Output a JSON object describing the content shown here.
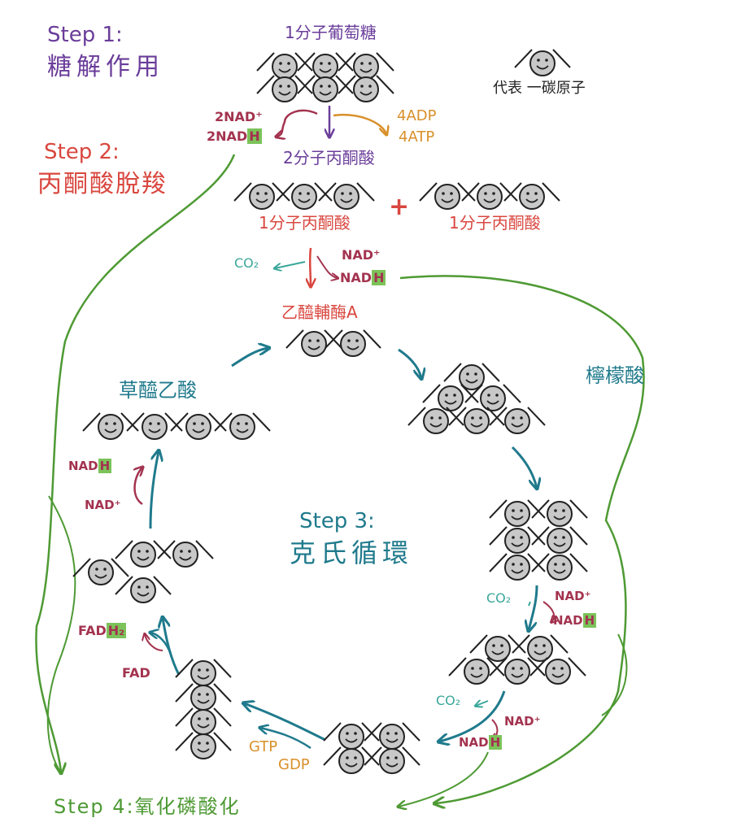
{
  "colors": {
    "step1": "#6a3d9a",
    "step2": "#d9473f",
    "maroon": "#a3334f",
    "orange": "#d8902a",
    "teal": "#1f7a8c",
    "co2": "#3aa79a",
    "green": "#4e9a34",
    "highlight": "#7cc35a",
    "molecule_fill": "#c8c8c8"
  },
  "legend": {
    "label": "代表 一碳原子"
  },
  "step1": {
    "heading": "Step 1:",
    "title": "糖解作用",
    "glucose": "1分子葡萄糖",
    "nad_in": "2NAD⁺",
    "nadh_out_prefix": "2NAD",
    "nadh_out_h": "H",
    "adp": "4ADP",
    "atp": "4ATP",
    "pyruvate": "2分子丙酮酸"
  },
  "step2": {
    "heading": "Step 2:",
    "title": "丙酮酸脫羧",
    "pyruvate_left": "1分子丙酮酸",
    "plus": "+",
    "pyruvate_right": "1分子丙酮酸",
    "co2": "CO₂",
    "nad_in": "NAD⁺",
    "nadh_prefix": "NAD",
    "nadh_h": "H",
    "acetyl_coa": "乙醯輔酶A"
  },
  "step3": {
    "heading": "Step 3:",
    "title": "克氏循環",
    "citrate": "檸檬酸",
    "oxaloacetate": "草醯乙酸",
    "co2_a": "CO₂",
    "nad_a": "NAD⁺",
    "nadh_a_prefix": "NAD",
    "nadh_a_h": "H",
    "co2_b": "CO₂",
    "nad_b": "NAD⁺",
    "nadh_b_prefix": "NAD",
    "nadh_b_h": "H",
    "gtp": "GTP",
    "gdp": "GDP",
    "fad": "FAD",
    "fadh2_prefix": "FAD",
    "fadh2_h": "H₂",
    "nad_c": "NAD⁺",
    "nadh_c_prefix": "NAD",
    "nadh_c_h": "H"
  },
  "step4": {
    "label": "Step 4:氧化磷酸化"
  }
}
